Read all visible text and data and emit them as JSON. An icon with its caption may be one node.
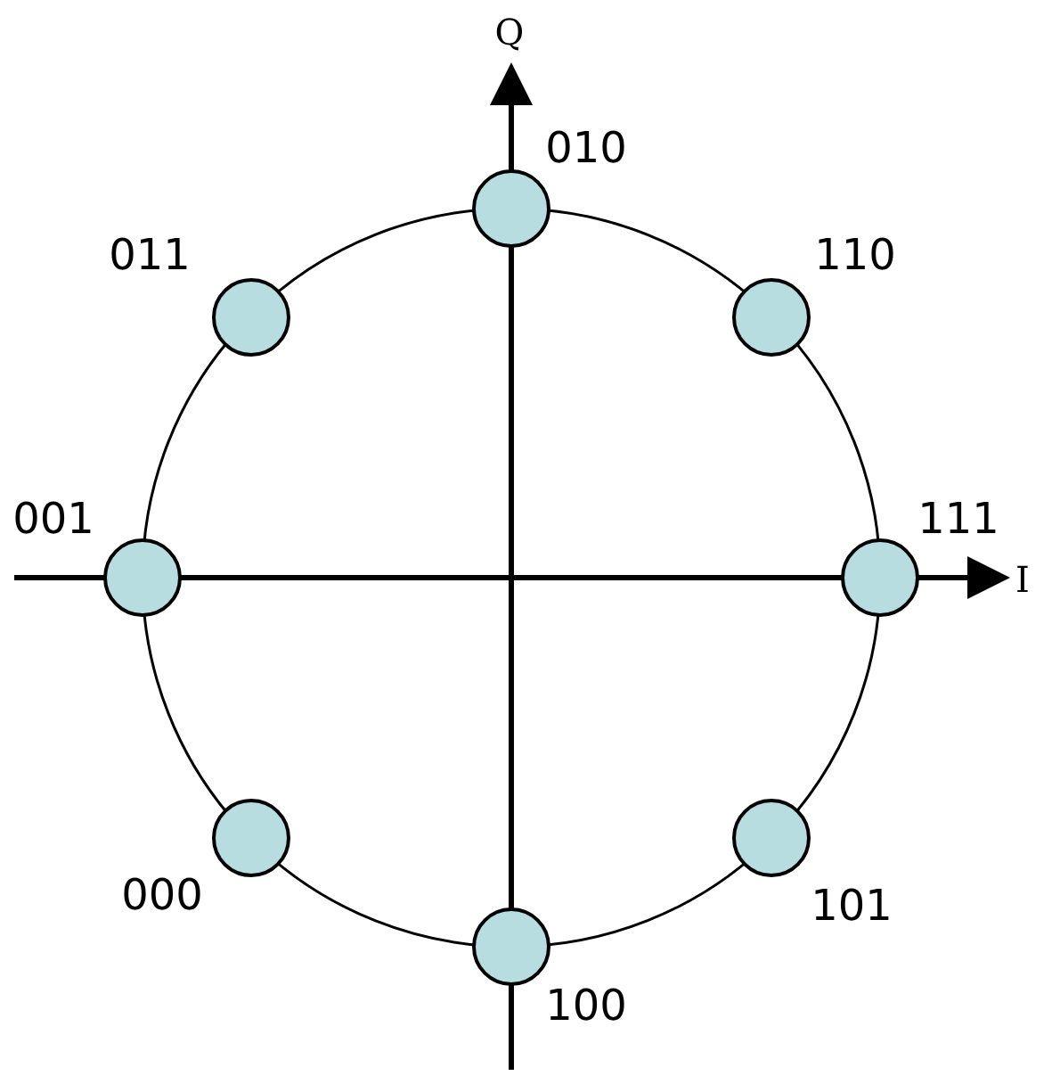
{
  "diagram": {
    "nodes": [
      {
        "text": [],
        "shape": "circle",
        "beside": [
          "010"
        ]
      },
      {
        "text": [],
        "shape": "circle",
        "beside": [
          "011"
        ]
      },
      {
        "text": [],
        "shape": "circle",
        "beside": [
          "110"
        ]
      },
      {
        "text": [],
        "shape": "circle",
        "beside": [
          "001"
        ]
      },
      {
        "text": [],
        "shape": "circle",
        "beside": [
          "111"
        ]
      },
      {
        "text": [],
        "shape": "circle",
        "beside": [
          "000"
        ]
      },
      {
        "text": [],
        "shape": "circle",
        "beside": [
          "101"
        ]
      },
      {
        "text": [],
        "shape": "circle",
        "beside": [
          "100"
        ]
      }
    ],
    "edges": [],
    "labels": [
      "Q",
      "I"
    ]
  }
}
